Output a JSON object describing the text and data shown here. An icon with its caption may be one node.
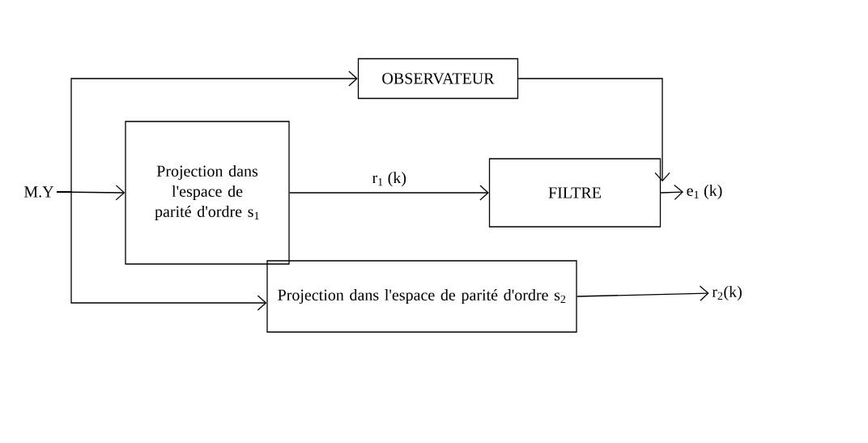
{
  "diagram": {
    "nodes": [
      {
        "text": [
          "M.Y"
        ]
      },
      {
        "text": [
          "OBSERVATEUR"
        ]
      },
      {
        "text": [
          "Projection dans l'espace de parité d'ordre s$_{1}$"
        ]
      },
      {
        "text": [
          "FILTRE"
        ]
      },
      {
        "text": [
          "e$_{1}$ (k)"
        ]
      },
      {
        "text": [
          "Projection dans l'espace de parité d'ordre s$_{2}$"
        ]
      },
      {
        "text": [
          "r$_{2}$(k)"
        ]
      }
    ],
    "edges": [
      {
        "from": 0,
        "to": 1,
        "arrow": "to"
      },
      {
        "from": 0,
        "to": 2,
        "arrow": "to"
      },
      {
        "from": 0,
        "to": 5,
        "arrow": "to"
      },
      {
        "from": 2,
        "to": 3,
        "arrow": "to",
        "label": "r$_{1}$ (k)"
      },
      {
        "from": 3,
        "to": 4,
        "arrow": "to"
      },
      {
        "from": 1,
        "to": 4,
        "arrow": "to"
      },
      {
        "from": 5,
        "to": 6,
        "arrow": "to"
      }
    ]
  }
}
